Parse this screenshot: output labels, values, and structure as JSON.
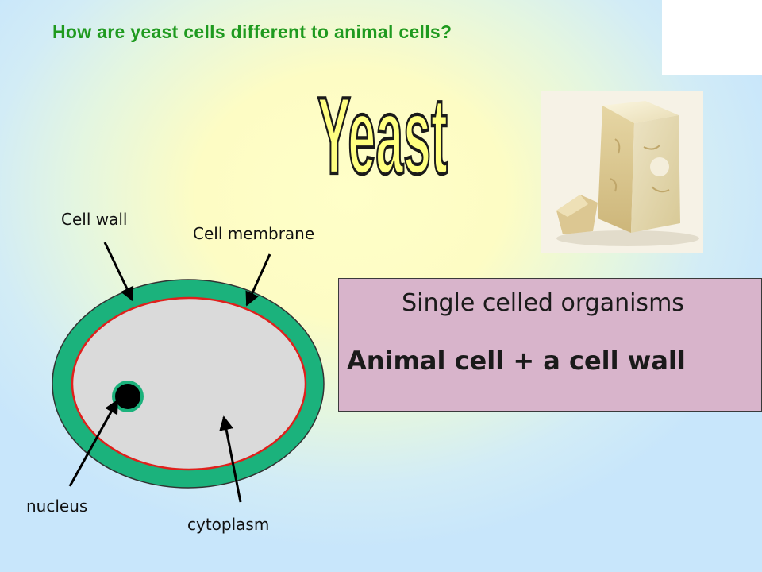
{
  "slide": {
    "title": "How are yeast cells different to animal cells?",
    "heading": "Yeast"
  },
  "image": {
    "description_icon": "yeast-block-photo"
  },
  "diagram": {
    "labels": {
      "cell_wall": "Cell wall",
      "cell_membrane": "Cell membrane",
      "nucleus": "nucleus",
      "cytoplasm": "cytoplasm"
    },
    "colors": {
      "cell_wall": "#1bb27c",
      "membrane": "#e0201c",
      "cytoplasm": "#dadada",
      "nucleus": "#000000",
      "heading_fill": "#ffff80"
    }
  },
  "info_box": {
    "line1": "Single celled organisms",
    "line2": "Animal cell + a cell wall",
    "background": "#d8b4cb"
  },
  "colors": {
    "title": "#1f9a1f"
  }
}
